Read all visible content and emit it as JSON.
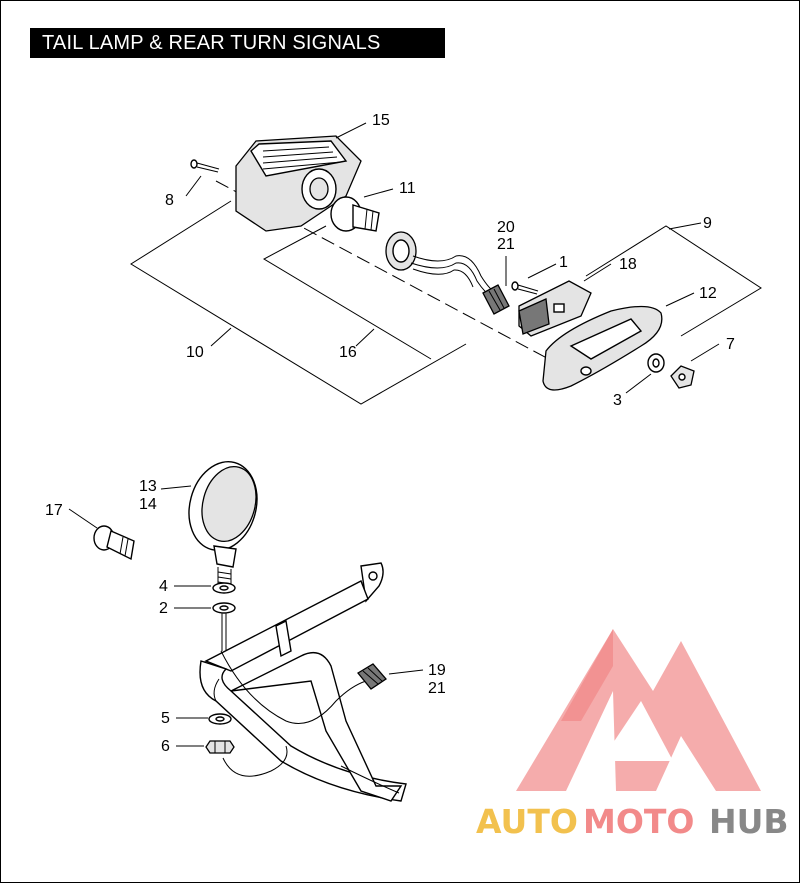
{
  "title": "TAIL LAMP & REAR TURN SIGNALS",
  "callouts": {
    "c1": "1",
    "c2": "2",
    "c3": "3",
    "c4": "4",
    "c5": "5",
    "c6": "6",
    "c7": "7",
    "c8": "8",
    "c9": "9",
    "c10": "10",
    "c11": "11",
    "c12": "12",
    "c13": "13",
    "c14": "14",
    "c15": "15",
    "c16": "16",
    "c17": "17",
    "c18": "18",
    "c19": "19",
    "c20": "20",
    "c21a": "21",
    "c21b": "21"
  },
  "watermark": {
    "part1": "AUTO",
    "part2": "MOTO",
    "part3": "HUB"
  },
  "colors": {
    "watermark_yellow": "#f2c14e",
    "watermark_red": "#f28a8a",
    "watermark_gray": "#888888"
  }
}
